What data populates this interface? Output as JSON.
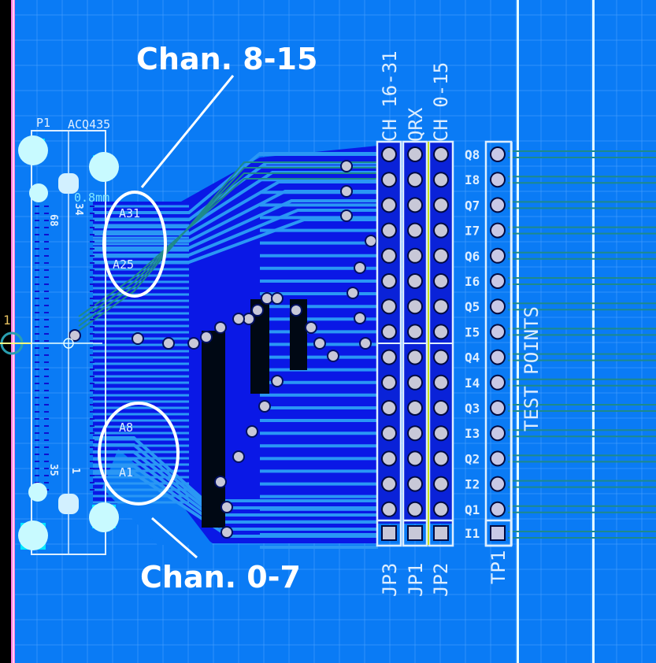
{
  "colors": {
    "background": "#0A7BF5",
    "grid": "#4FA3FF",
    "copper_dark": "#0A18E6",
    "trace_light": "#2A97F5",
    "trace_green": "#1E8A8A",
    "silkscreen": "#DDEEFF",
    "pad": "#C8C8D8",
    "pad_cyan": "#C8FAFF",
    "board_edge": "#FF7FE0",
    "outside": "#000000",
    "callout": "#FFFFFF"
  },
  "connector": {
    "refdes": "P1",
    "part": "ACQ435",
    "dimension": "0.8mm",
    "pin_labels": {
      "top_left": "68",
      "top_right": "34",
      "bottom_left": "35",
      "bottom_right": "1"
    }
  },
  "pin_markers": [
    "A31",
    "A25",
    "A8",
    "A1"
  ],
  "callouts": [
    {
      "id": "upper",
      "text": "Chan. 8-15"
    },
    {
      "id": "lower",
      "text": "Chan. 0-7"
    }
  ],
  "headers": [
    {
      "refdes": "JP3",
      "title": "CH 16-31"
    },
    {
      "refdes": "JP1",
      "title": "QRX"
    },
    {
      "refdes": "JP2",
      "title": "CH 0-15"
    }
  ],
  "testpoint": {
    "refdes": "TP1",
    "title": "TEST POINTS",
    "signals": [
      "Q8",
      "I8",
      "Q7",
      "I7",
      "Q6",
      "I6",
      "Q5",
      "I5",
      "Q4",
      "I4",
      "Q3",
      "I3",
      "Q2",
      "I2",
      "Q1",
      "I1"
    ]
  },
  "origin_marker": "1"
}
